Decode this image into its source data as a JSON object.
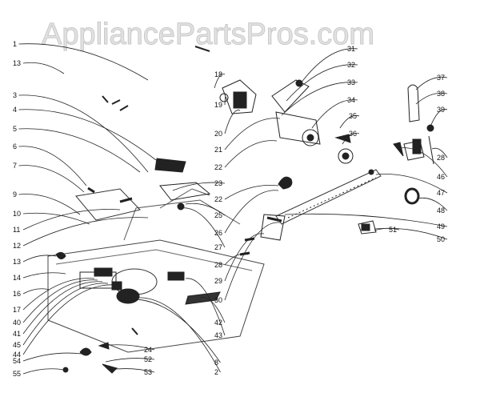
{
  "watermark": "AppliancePartsPros.com",
  "callouts": [
    "1",
    "13",
    "3",
    "4",
    "5",
    "6",
    "7",
    "9",
    "10",
    "11",
    "12",
    "13",
    "14",
    "16",
    "17",
    "40",
    "41",
    "45",
    "44",
    "54",
    "55",
    "18",
    "19",
    "20",
    "21",
    "22",
    "23",
    "22",
    "25",
    "26",
    "27",
    "28",
    "29",
    "30",
    "42",
    "43",
    "8",
    "2",
    "24",
    "52",
    "53",
    "31",
    "32",
    "33",
    "34",
    "35",
    "36",
    "37",
    "38",
    "39",
    "28",
    "46",
    "47",
    "48",
    "49",
    "50",
    "51"
  ]
}
